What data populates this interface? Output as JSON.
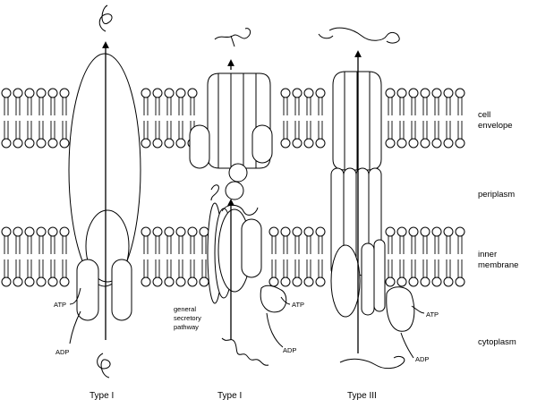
{
  "labels": {
    "cell_envelope_1": "cell",
    "cell_envelope_2": "envelope",
    "periplasm": "periplasm",
    "inner_membrane_1": "inner",
    "inner_membrane_2": "membrane",
    "cytoplasm": "cytoplasm"
  },
  "type1": {
    "caption": "Type I",
    "atp": "ATP",
    "adp": "ADP"
  },
  "type2": {
    "caption": "Type  I",
    "gsp_1": "general",
    "gsp_2": "secretory",
    "gsp_3": "pathway",
    "atp": "ATP",
    "adp": "ADP"
  },
  "type3": {
    "caption": "Type III",
    "atp": "ATP",
    "adp": "ADP"
  },
  "colors": {
    "line": "#000000",
    "background": "#ffffff"
  }
}
